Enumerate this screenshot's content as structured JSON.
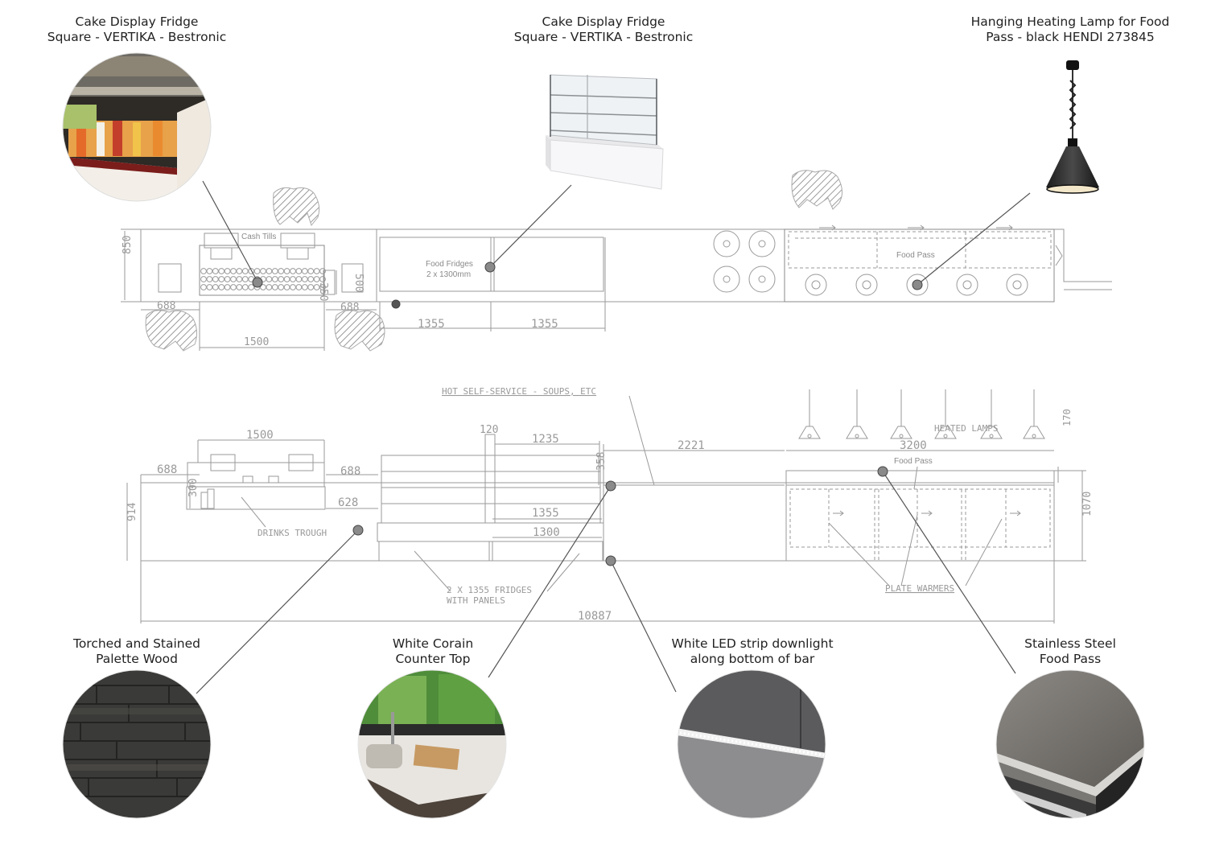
{
  "callouts": {
    "cake_fridge_left": {
      "line1": "Cake Display Fridge",
      "line2": "Square - VERTIKA - Bestronic"
    },
    "cake_fridge_mid": {
      "line1": "Cake Display Fridge",
      "line2": "Square - VERTIKA - Bestronic"
    },
    "heating_lamp": {
      "line1": "Hanging Heating Lamp for Food",
      "line2": "Pass - black HENDI 273845"
    },
    "palette_wood": {
      "line1": "Torched and Stained",
      "line2": "Palette Wood"
    },
    "corain_top": {
      "line1": "White Corain",
      "line2": "Counter Top"
    },
    "led_strip": {
      "line1": "White LED strip downlight",
      "line2": "along bottom of bar"
    },
    "steel_pass": {
      "line1": "Stainless Steel",
      "line2": "Food Pass"
    }
  },
  "plan": {
    "cash_tills": "Cash Tills",
    "food_fridges_1": "Food Fridges",
    "food_fridges_2": "2 x 1300mm",
    "food_pass": "Food Pass",
    "dims": {
      "depth": "850",
      "left_688": "688",
      "width_1500": "1500",
      "d350": "350",
      "d500": "500",
      "right_688": "688",
      "fridge_a": "1355",
      "fridge_b": "1355"
    }
  },
  "elevation": {
    "hot_self_service": "HOT SELF-SERVICE - SOUPS, ETC",
    "heated_lamps": "HEATED LAMPS",
    "food_pass": "Food Pass",
    "drinks_trough": "DRINKS TROUGH",
    "fridges_note_1": "2 X 1355 FRIDGES",
    "fridges_note_2": "WITH PANELS",
    "plate_warmers": "PLATE WARMERS",
    "dims": {
      "top_1500": "1500",
      "l688": "688",
      "r688": "688",
      "d300": "300",
      "d628": "628",
      "h914": "914",
      "d120": "120",
      "d1235": "1235",
      "d358": "358",
      "d1355": "1355",
      "d1300": "1300",
      "d2221": "2221",
      "d3200": "3200",
      "d170": "170",
      "d1070": "1070",
      "total": "10887"
    }
  }
}
